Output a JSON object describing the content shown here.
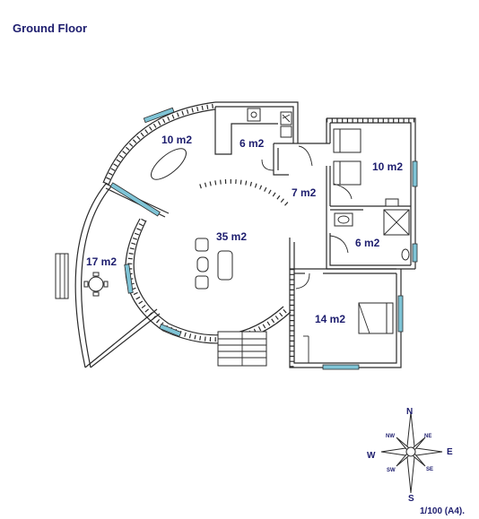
{
  "title": "Ground Floor",
  "rooms": [
    {
      "label": "10 m2"
    },
    {
      "label": "6 m2"
    },
    {
      "label": "10 m2"
    },
    {
      "label": "7 m2"
    },
    {
      "label": "35 m2"
    },
    {
      "label": "6 m2"
    },
    {
      "label": "17 m2"
    },
    {
      "label": "14 m2"
    }
  ],
  "compass": {
    "N": "N",
    "S": "S",
    "E": "E",
    "W": "W",
    "NE": "NE",
    "NW": "NW",
    "SE": "SE",
    "SW": "SW"
  },
  "scale": "1/100 (A4).",
  "colors": {
    "label": "#1d1d6e",
    "window": "#7fc4d6",
    "wall": "#2a2a2a"
  }
}
